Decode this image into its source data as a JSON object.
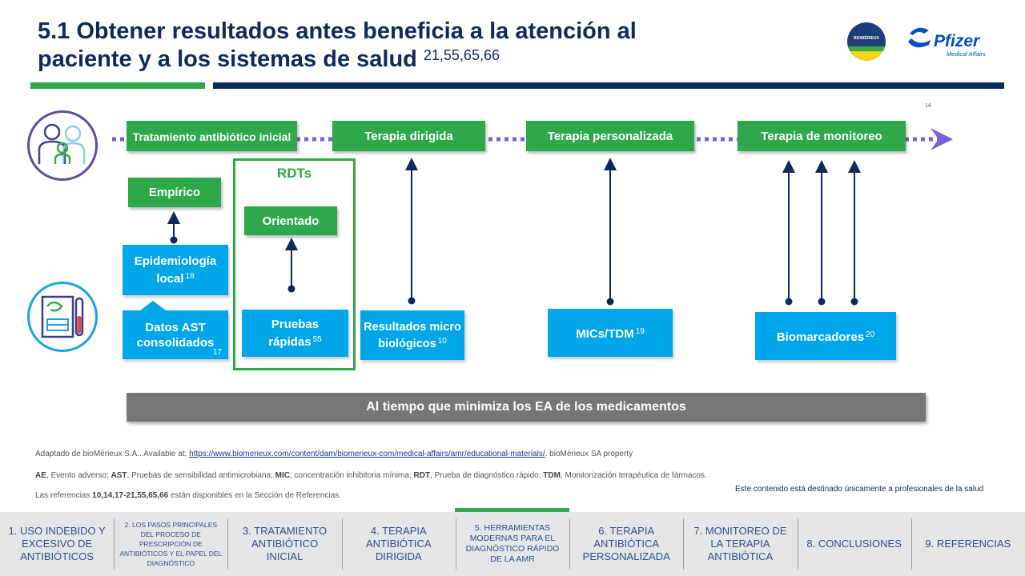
{
  "header": {
    "title": "5.1 Obtener resultados antes beneficia a la atención al paciente y a los sistemas de salud",
    "title_refs": "21,55,65,66",
    "slide_number": "14"
  },
  "logos": {
    "biomerieux": "BIOMÉRIEUX",
    "pfizer": "Pfizer",
    "pfizer_sub": "Medical Affairs"
  },
  "timeline": {
    "stages": [
      "Tratamiento antibiótico inicial",
      "Terapia dirigida",
      "Terapia personalizada",
      "Terapia de monitoreo"
    ]
  },
  "rdt": {
    "label": "RDTs",
    "oriented": "Orientado",
    "rapid_tests": "Pruebas rápidas",
    "rapid_tests_ref": "55"
  },
  "boxes": {
    "empirical": "Empírico",
    "epidemiology": "Epidemiología local",
    "epidemiology_ref": "18",
    "ast_data": "Datos AST consolidados",
    "ast_data_ref": "17",
    "micro_results": "Resultados microbiológicos",
    "micro_results_ref": "10",
    "mics": "MICs/TDM",
    "mics_ref": "19",
    "biomarkers": "Biomarcadores",
    "biomarkers_ref": "20"
  },
  "band": "Al tiempo que minimiza los EA de los medicamentos",
  "footnotes": {
    "source_prefix": "Adaptado de bioMérieux S.A.. Available at: ",
    "source_link": "https://www.biomerieux.com/content/dam/biomerieux-com/medical-affairs/amr/educational-materials/",
    "source_suffix": ". bioMérieux SA property",
    "abbrev": [
      {
        "term": "AE",
        "def": ", Evento adverso; "
      },
      {
        "term": "AST",
        "def": ", Pruebas de sensibilidad antimicrobiana; "
      },
      {
        "term": "MIC",
        "def": ", concentración inhibitoria mínima;  "
      },
      {
        "term": "RDT",
        "def": ", Prueba de diagnóstico rápido; "
      },
      {
        "term": "TDM",
        "def": ", Monitorización terapéutica de fármacos."
      }
    ],
    "refs_prefix": "Las referencias ",
    "refs_numbers": "10,14,17-21,55,65,66",
    "refs_suffix": " están disponibles en la Sección de Referencias.",
    "audience": "Este contenido está destinado únicamente a profesionales de la salud"
  },
  "nav": [
    "1. USO INDEBIDO Y EXCESIVO DE ANTIBIÓTICOS",
    "2. LOS PASOS PRINCIPALES DEL PROCESO DE PRESCRIPCIÓN DE ANTIBIÓTICOS Y EL PAPEL DEL DIAGNÓSTICO",
    "3. TRATAMIENTO ANTIBIÓTICO INICIAL",
    "4. TERAPIA ANTIBIÓTICA DIRIGIDA",
    "5. HERRAMIENTAS MODERNAS PARA EL DIAGNÓSTICO RÁPIDO DE LA AMR",
    "6. TERAPIA ANTIBIÓTICA PERSONALIZADA",
    "7. MONITOREO DE LA TERAPIA ANTIBIÓTICA",
    "8. CONCLUSIONES",
    "9. REFERENCIAS"
  ],
  "colors": {
    "navy": "#0e2a5a",
    "green": "#2ea84a",
    "blue": "#00a6e8",
    "purple": "#7b5fd6",
    "grey_band": "#767676"
  }
}
